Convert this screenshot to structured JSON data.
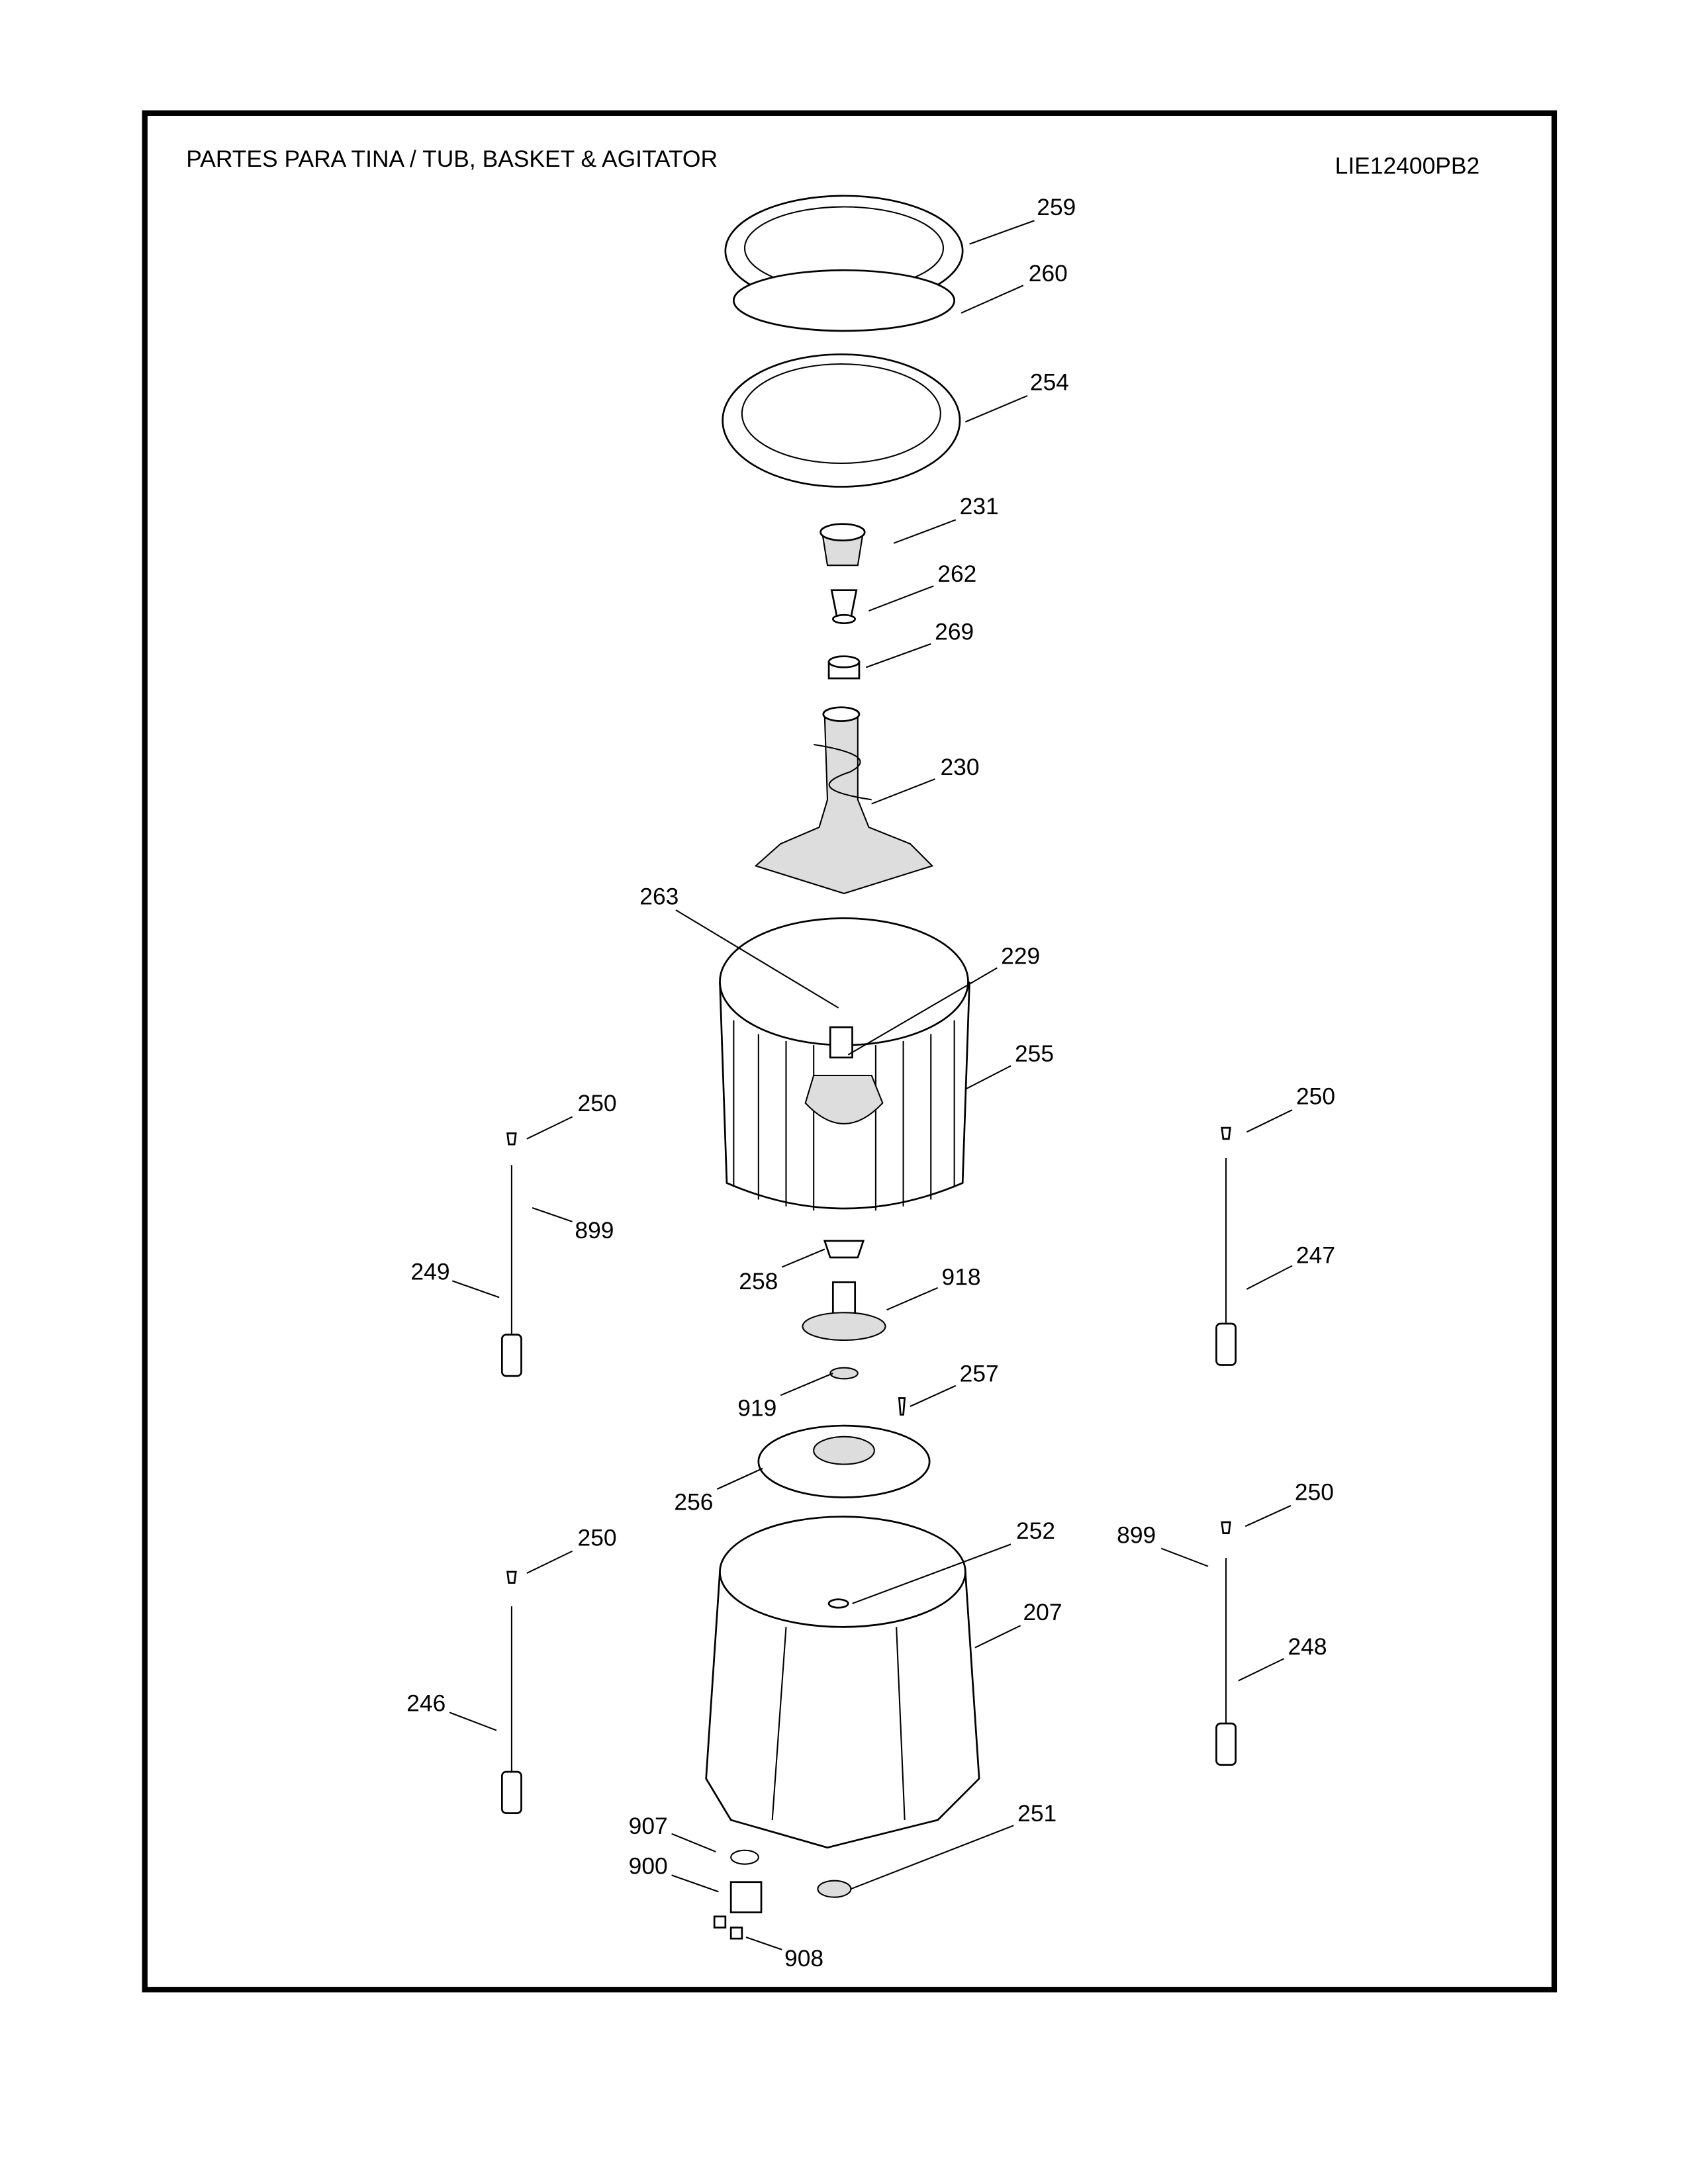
{
  "header": {
    "title": "PARTES PARA TINA  /  TUB, BASKET & AGITATOR",
    "model": "LIE12400PB2"
  },
  "callouts": {
    "c259": "259",
    "c260": "260",
    "c254": "254",
    "c231": "231",
    "c262": "262",
    "c269": "269",
    "c230": "230",
    "c263": "263",
    "c229": "229",
    "c255": "255",
    "c250a": "250",
    "c899a": "899",
    "c249": "249",
    "c258": "258",
    "c918": "918",
    "c250b": "250",
    "c247": "247",
    "c919": "919",
    "c257": "257",
    "c256": "256",
    "c252": "252",
    "c207": "207",
    "c250c": "250",
    "c246": "246",
    "c899b": "899",
    "c250d": "250",
    "c248": "248",
    "c907": "907",
    "c900": "900",
    "c251": "251",
    "c908": "908"
  }
}
